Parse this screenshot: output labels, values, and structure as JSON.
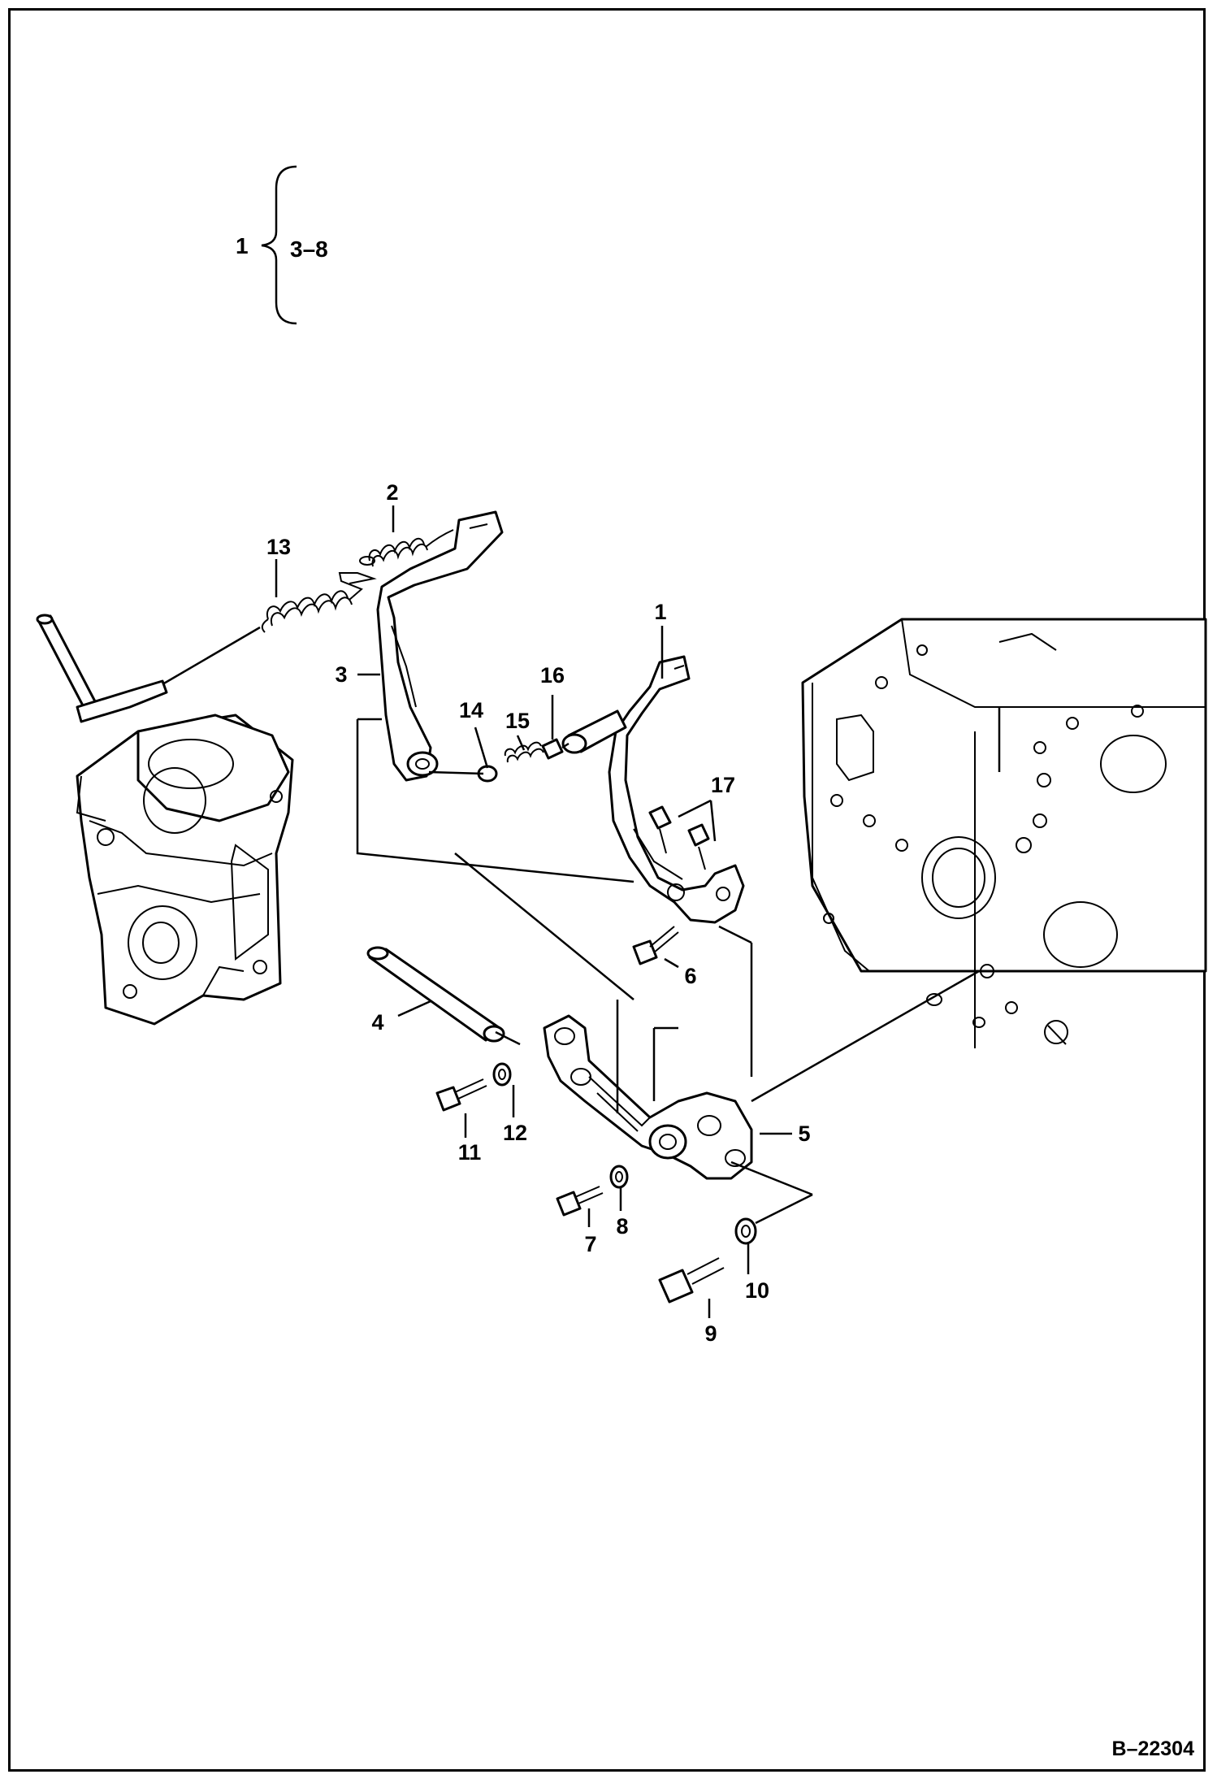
{
  "legend": {
    "assembly": "1",
    "range": "3–8"
  },
  "callouts": {
    "c1": "1",
    "c2": "2",
    "c3": "3",
    "c4": "4",
    "c5": "5",
    "c6": "6",
    "c7": "7",
    "c8": "8",
    "c9": "9",
    "c10": "10",
    "c11": "11",
    "c12": "12",
    "c13": "13",
    "c14": "14",
    "c15": "15",
    "c16": "16",
    "c17": "17"
  },
  "reference": "B–22304"
}
